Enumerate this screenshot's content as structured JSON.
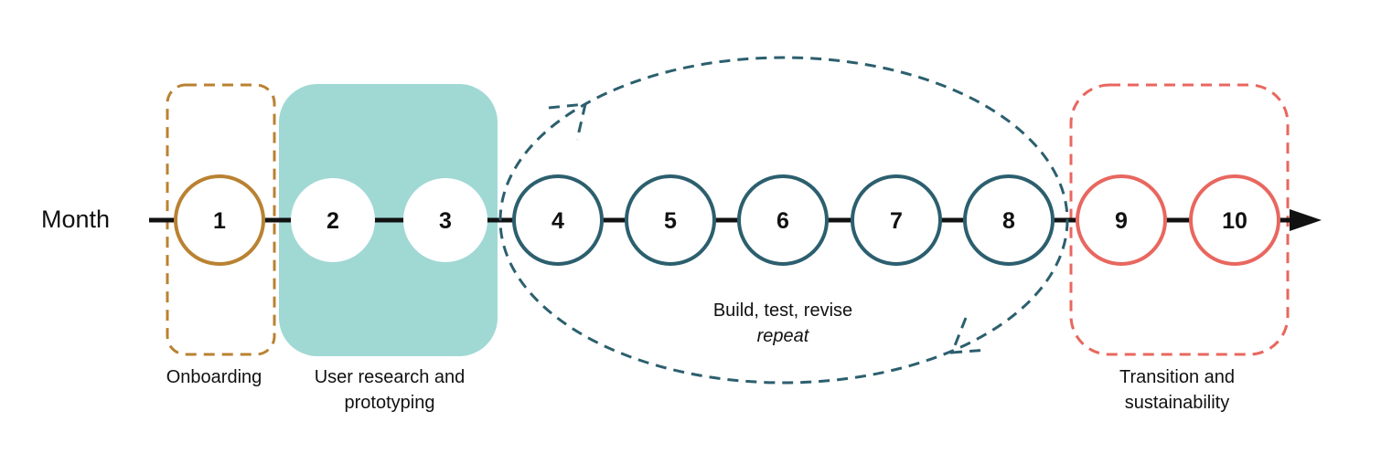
{
  "axis": {
    "label": "Month"
  },
  "months": [
    "1",
    "2",
    "3",
    "4",
    "5",
    "6",
    "7",
    "8",
    "9",
    "10"
  ],
  "phases": {
    "onboarding": {
      "label": "Onboarding",
      "color": "#B98232"
    },
    "research": {
      "label_line1": "User research and",
      "label_line2": "prototyping",
      "color": "#A0D8D4"
    },
    "build": {
      "label_line1": "Build, test, revise",
      "label_line2": "repeat",
      "color": "#2C5F6E"
    },
    "transition": {
      "label_line1": "Transition and",
      "label_line2": "sustainability",
      "color": "#E8675F"
    }
  }
}
